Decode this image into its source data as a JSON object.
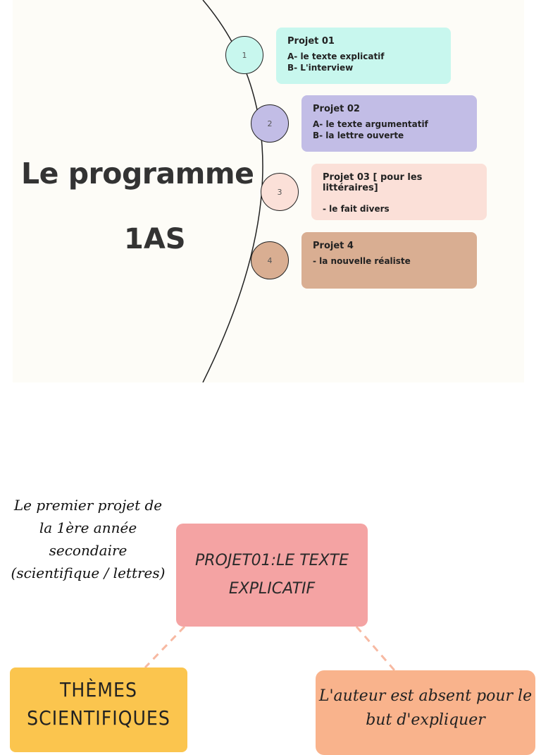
{
  "title": {
    "line1": "Le programme",
    "line2": "1AS"
  },
  "colors": {
    "card1": "#c8f7ee",
    "card2": "#c2bde6",
    "card3": "#fbe0d8",
    "card4": "#d9ae92",
    "node1": "#c8f7ee",
    "node2": "#c2bde6",
    "node3": "#fbe0d8",
    "node4": "#d9ae92"
  },
  "projects": [
    {
      "num": "1",
      "title": "Projet 01",
      "lines": [
        "A- le texte explicatif",
        "B- L'interview"
      ]
    },
    {
      "num": "2",
      "title": "Projet 02",
      "lines": [
        "A- le texte argumentatif",
        "B- la lettre ouverte"
      ]
    },
    {
      "num": "3",
      "title": "Projet 03 [ pour les littéraires]",
      "lines": [
        "- le fait divers"
      ]
    },
    {
      "num": "4",
      "title": "Projet 4",
      "lines": [
        "- la nouvelle réaliste"
      ]
    }
  ],
  "mindmap": {
    "intro": "Le premier projet de la 1ère année secondaire (scientifique / lettres)",
    "center": "PROJET01:LE TEXTE EXPLICATIF",
    "left": "THÈMES SCIENTIFIQUES",
    "right": "L'auteur est absent pour le but d'expliquer"
  }
}
